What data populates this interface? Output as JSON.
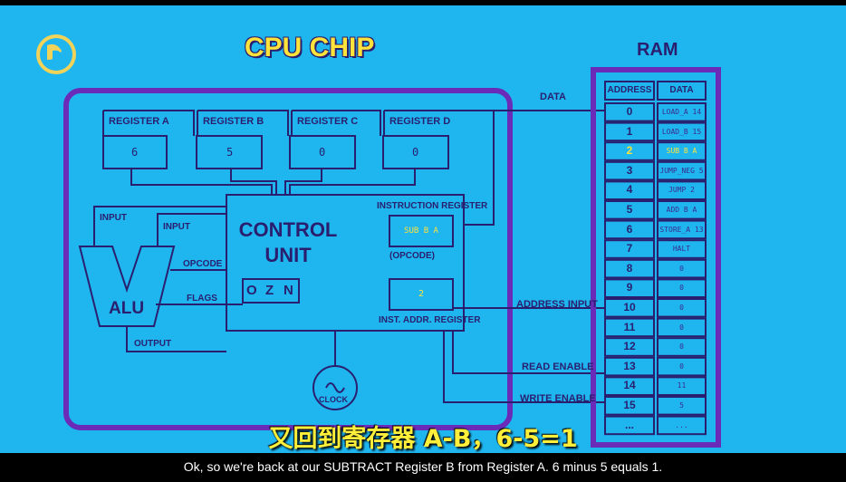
{
  "colors": {
    "background": "#1fb6f0",
    "ink": "#2a1f6e",
    "outline": "#6a2bb8",
    "highlight": "#ffe23a"
  },
  "logo": {
    "icon": "pbs-logo-icon"
  },
  "chip": {
    "title": "CPU CHIP",
    "registers": [
      {
        "label": "REGISTER A",
        "value": "6"
      },
      {
        "label": "REGISTER B",
        "value": "5"
      },
      {
        "label": "REGISTER C",
        "value": "0"
      },
      {
        "label": "REGISTER D",
        "value": "0"
      }
    ],
    "control_unit": {
      "line1": "CONTROL",
      "line2": "UNIT"
    },
    "instruction_register": {
      "label": "INSTRUCTION REGISTER",
      "value": "SUB B A",
      "opcode_label": "(OPCODE)"
    },
    "inst_addr_register": {
      "label": "INST. ADDR. REGISTER",
      "value": "2"
    },
    "flags": [
      "O",
      "Z",
      "N"
    ],
    "alu": {
      "label": "ALU",
      "input1": "INPUT",
      "input2": "INPUT",
      "opcode": "OPCODE",
      "flags": "FLAGS",
      "output": "OUTPUT"
    },
    "clock": {
      "label": "CLOCK",
      "icon": "clock-wave-icon"
    }
  },
  "buses": {
    "data": "DATA",
    "address_input": "ADDRESS INPUT",
    "read_enable": "READ ENABLE",
    "write_enable": "WRITE ENABLE"
  },
  "ram": {
    "title": "RAM",
    "headers": {
      "address": "ADDRESS",
      "data": "DATA"
    },
    "rows": [
      {
        "addr": "0",
        "data": "LOAD_A 14"
      },
      {
        "addr": "1",
        "data": "LOAD_B 15"
      },
      {
        "addr": "2",
        "data": "SUB B A"
      },
      {
        "addr": "3",
        "data": "JUMP_NEG 5"
      },
      {
        "addr": "4",
        "data": "JUMP 2"
      },
      {
        "addr": "5",
        "data": "ADD B A"
      },
      {
        "addr": "6",
        "data": "STORE_A 13"
      },
      {
        "addr": "7",
        "data": "HALT"
      },
      {
        "addr": "8",
        "data": "0"
      },
      {
        "addr": "9",
        "data": "0"
      },
      {
        "addr": "10",
        "data": "0"
      },
      {
        "addr": "11",
        "data": "0"
      },
      {
        "addr": "12",
        "data": "0"
      },
      {
        "addr": "13",
        "data": "0"
      },
      {
        "addr": "14",
        "data": "11"
      },
      {
        "addr": "15",
        "data": "5"
      },
      {
        "addr": "...",
        "data": "..."
      }
    ],
    "highlight_addr": "2"
  },
  "subtitles": {
    "zh": "又回到寄存器 A-B，6-5=1",
    "en": "Ok, so we're back at our SUBTRACT Register B from Register A. 6 minus 5 equals 1."
  }
}
